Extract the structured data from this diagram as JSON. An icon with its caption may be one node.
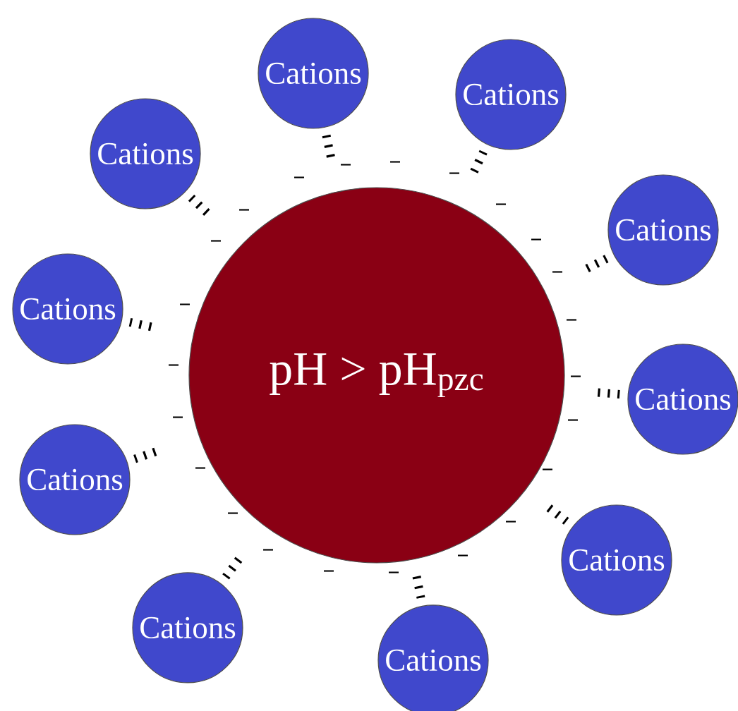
{
  "diagram": {
    "nodes": [
      {
        "text": [
          "pH > pH$_{pzc}$"
        ]
      },
      {
        "text": [
          "Cations"
        ]
      },
      {
        "text": [
          "Cations"
        ]
      },
      {
        "text": [
          "Cations"
        ]
      },
      {
        "text": [
          "Cations"
        ]
      },
      {
        "text": [
          "Cations"
        ]
      },
      {
        "text": [
          "Cations"
        ]
      },
      {
        "text": [
          "Cations"
        ]
      },
      {
        "text": [
          "Cations"
        ]
      },
      {
        "text": [
          "Cations"
        ]
      },
      {
        "text": [
          "Cations"
        ]
      }
    ],
    "labels": [
      "−",
      "−",
      "−",
      "−",
      "−",
      "−",
      "−",
      "−",
      "−",
      "−",
      "−",
      "−",
      "−",
      "−",
      "−",
      "−",
      "−",
      "−",
      "−",
      "−",
      "−",
      "−",
      "−"
    ]
  }
}
